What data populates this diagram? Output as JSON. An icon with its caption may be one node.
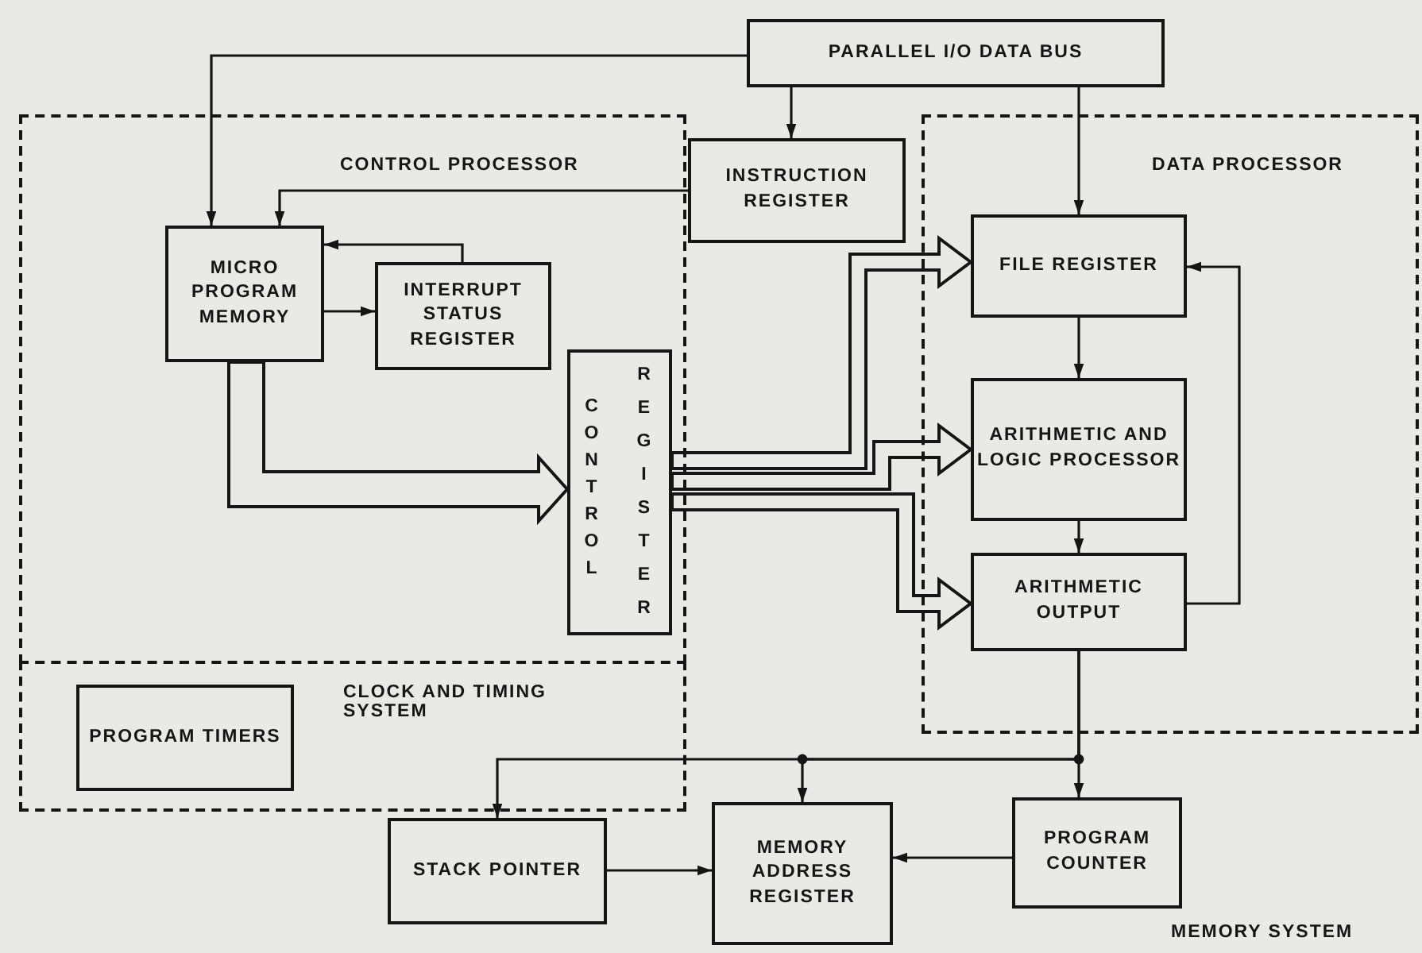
{
  "diagram": {
    "nodes": [
      {
        "text": [
          "PARALLEL I/O DATA BUS"
        ]
      },
      {
        "text": [
          "CONTROL PROCESSOR"
        ]
      },
      {
        "text": [
          "CLOCK AND TIMING SYSTEM"
        ]
      },
      {
        "text": [
          "INSTRUCTION REGISTER"
        ]
      },
      {
        "text": [
          "DATA PROCESSOR"
        ]
      },
      {
        "text": [
          "MICRO PROGRAM MEMORY"
        ],
        "in": 1
      },
      {
        "text": [
          "INTERRUPT STATUS REGISTER"
        ],
        "in": 1
      },
      {
        "text": [
          "CONTROL",
          "REGISTER"
        ],
        "in": 1
      },
      {
        "text": [
          "PROGRAM TIMERS"
        ],
        "in": 2
      },
      {
        "text": [
          "FILE REGISTER"
        ],
        "in": 4
      },
      {
        "text": [
          "ARITHMETIC AND LOGIC PROCESSOR"
        ],
        "in": 4
      },
      {
        "text": [
          "ARITHMETIC OUTPUT"
        ],
        "in": 4
      },
      {
        "text": [
          "STACK POINTER"
        ]
      },
      {
        "text": [
          "MEMORY ADDRESS REGISTER"
        ]
      },
      {
        "text": [
          "PROGRAM COUNTER"
        ]
      }
    ],
    "edges": [
      {
        "from": 0,
        "to": 5,
        "arrow": "to"
      },
      {
        "from": 0,
        "to": 3,
        "arrow": "to"
      },
      {
        "from": 0,
        "to": 9,
        "arrow": "to"
      },
      {
        "from": 3,
        "to": 5,
        "arrow": "to"
      },
      {
        "from": 5,
        "to": 6,
        "arrow": "to"
      },
      {
        "from": 6,
        "to": 5,
        "arrow": "to"
      },
      {
        "from": 5,
        "to": 7,
        "arrow": "to",
        "style": "thick"
      },
      {
        "from": 7,
        "to": 9,
        "arrow": "to",
        "style": "thick"
      },
      {
        "from": 7,
        "to": 10,
        "arrow": "to",
        "style": "thick"
      },
      {
        "from": 7,
        "to": 11,
        "arrow": "to",
        "style": "thick"
      },
      {
        "from": 9,
        "to": 10,
        "arrow": "to"
      },
      {
        "from": 10,
        "to": 11,
        "arrow": "to"
      },
      {
        "from": 11,
        "to": 9,
        "arrow": "to"
      },
      {
        "from": 11,
        "to": 14,
        "arrow": "to"
      },
      {
        "from": 11,
        "to": 13,
        "arrow": "to"
      },
      {
        "from": 11,
        "to": 12,
        "arrow": "to"
      },
      {
        "from": 12,
        "to": 13,
        "arrow": "to"
      },
      {
        "from": 14,
        "to": 13,
        "arrow": "to"
      }
    ],
    "labels": [
      "MEMORY SYSTEM"
    ]
  }
}
